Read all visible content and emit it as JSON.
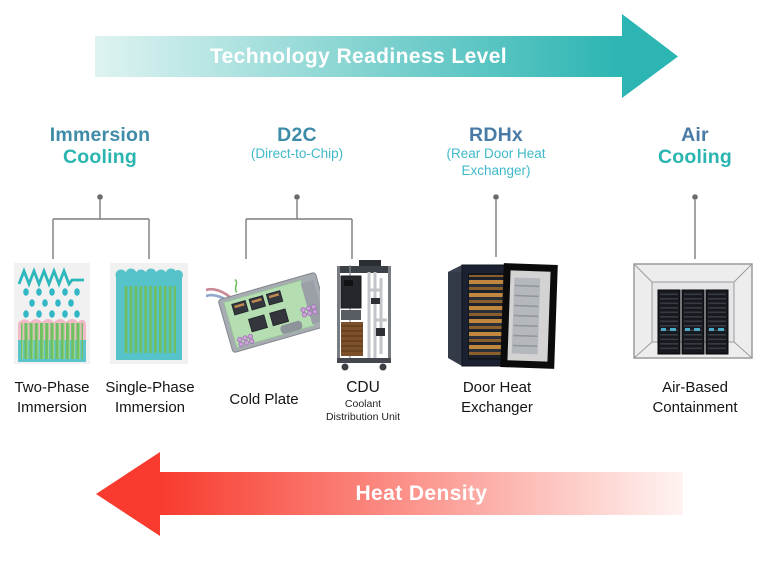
{
  "diagram": {
    "top_arrow": {
      "label": "Technology Readiness Level",
      "direction": "right"
    },
    "bottom_arrow": {
      "label": "Heat Density",
      "direction": "left"
    }
  },
  "columns": [
    {
      "title_line1": "Immersion",
      "title_line2": "Cooling",
      "items": [
        {
          "label_line1": "Two-Phase",
          "label_line2": "Immersion"
        },
        {
          "label_line1": "Single-Phase",
          "label_line2": "Immersion"
        }
      ]
    },
    {
      "title_line1": "D2C",
      "subtitle_line1": "(Direct-to-Chip)",
      "items": [
        {
          "label_line1": "Cold Plate"
        },
        {
          "label_line1": "CDU",
          "sublabel_line1": "Coolant",
          "sublabel_line2": "Distribution Unit"
        }
      ]
    },
    {
      "title_line1": "RDHx",
      "subtitle_line1": "(Rear Door Heat",
      "subtitle_line2": "Exchanger)",
      "items": [
        {
          "label_line1": "Door Heat",
          "label_line2": "Exchanger"
        }
      ]
    },
    {
      "title_line1": "Air",
      "title_line2": "Cooling",
      "items": [
        {
          "label_line1": "Air-Based",
          "label_line2": "Containment"
        }
      ]
    }
  ],
  "illustrations": [
    "two-phase-immersion",
    "single-phase-immersion",
    "cold-plate",
    "cdu-coolant-distribution-unit",
    "rear-door-heat-exchanger",
    "air-based-containment"
  ],
  "colors": {
    "teal_accent": "#2cb5b2",
    "teal_light": "#def3f1",
    "header_blue": "#3e8ca8",
    "header_slate_blue": "#4a7ba6",
    "header_teal": "#2ab5b0",
    "subtitle_teal": "#3fb9c9",
    "red_accent": "#f83b2e",
    "connector_gray": "#7d7d7d"
  }
}
